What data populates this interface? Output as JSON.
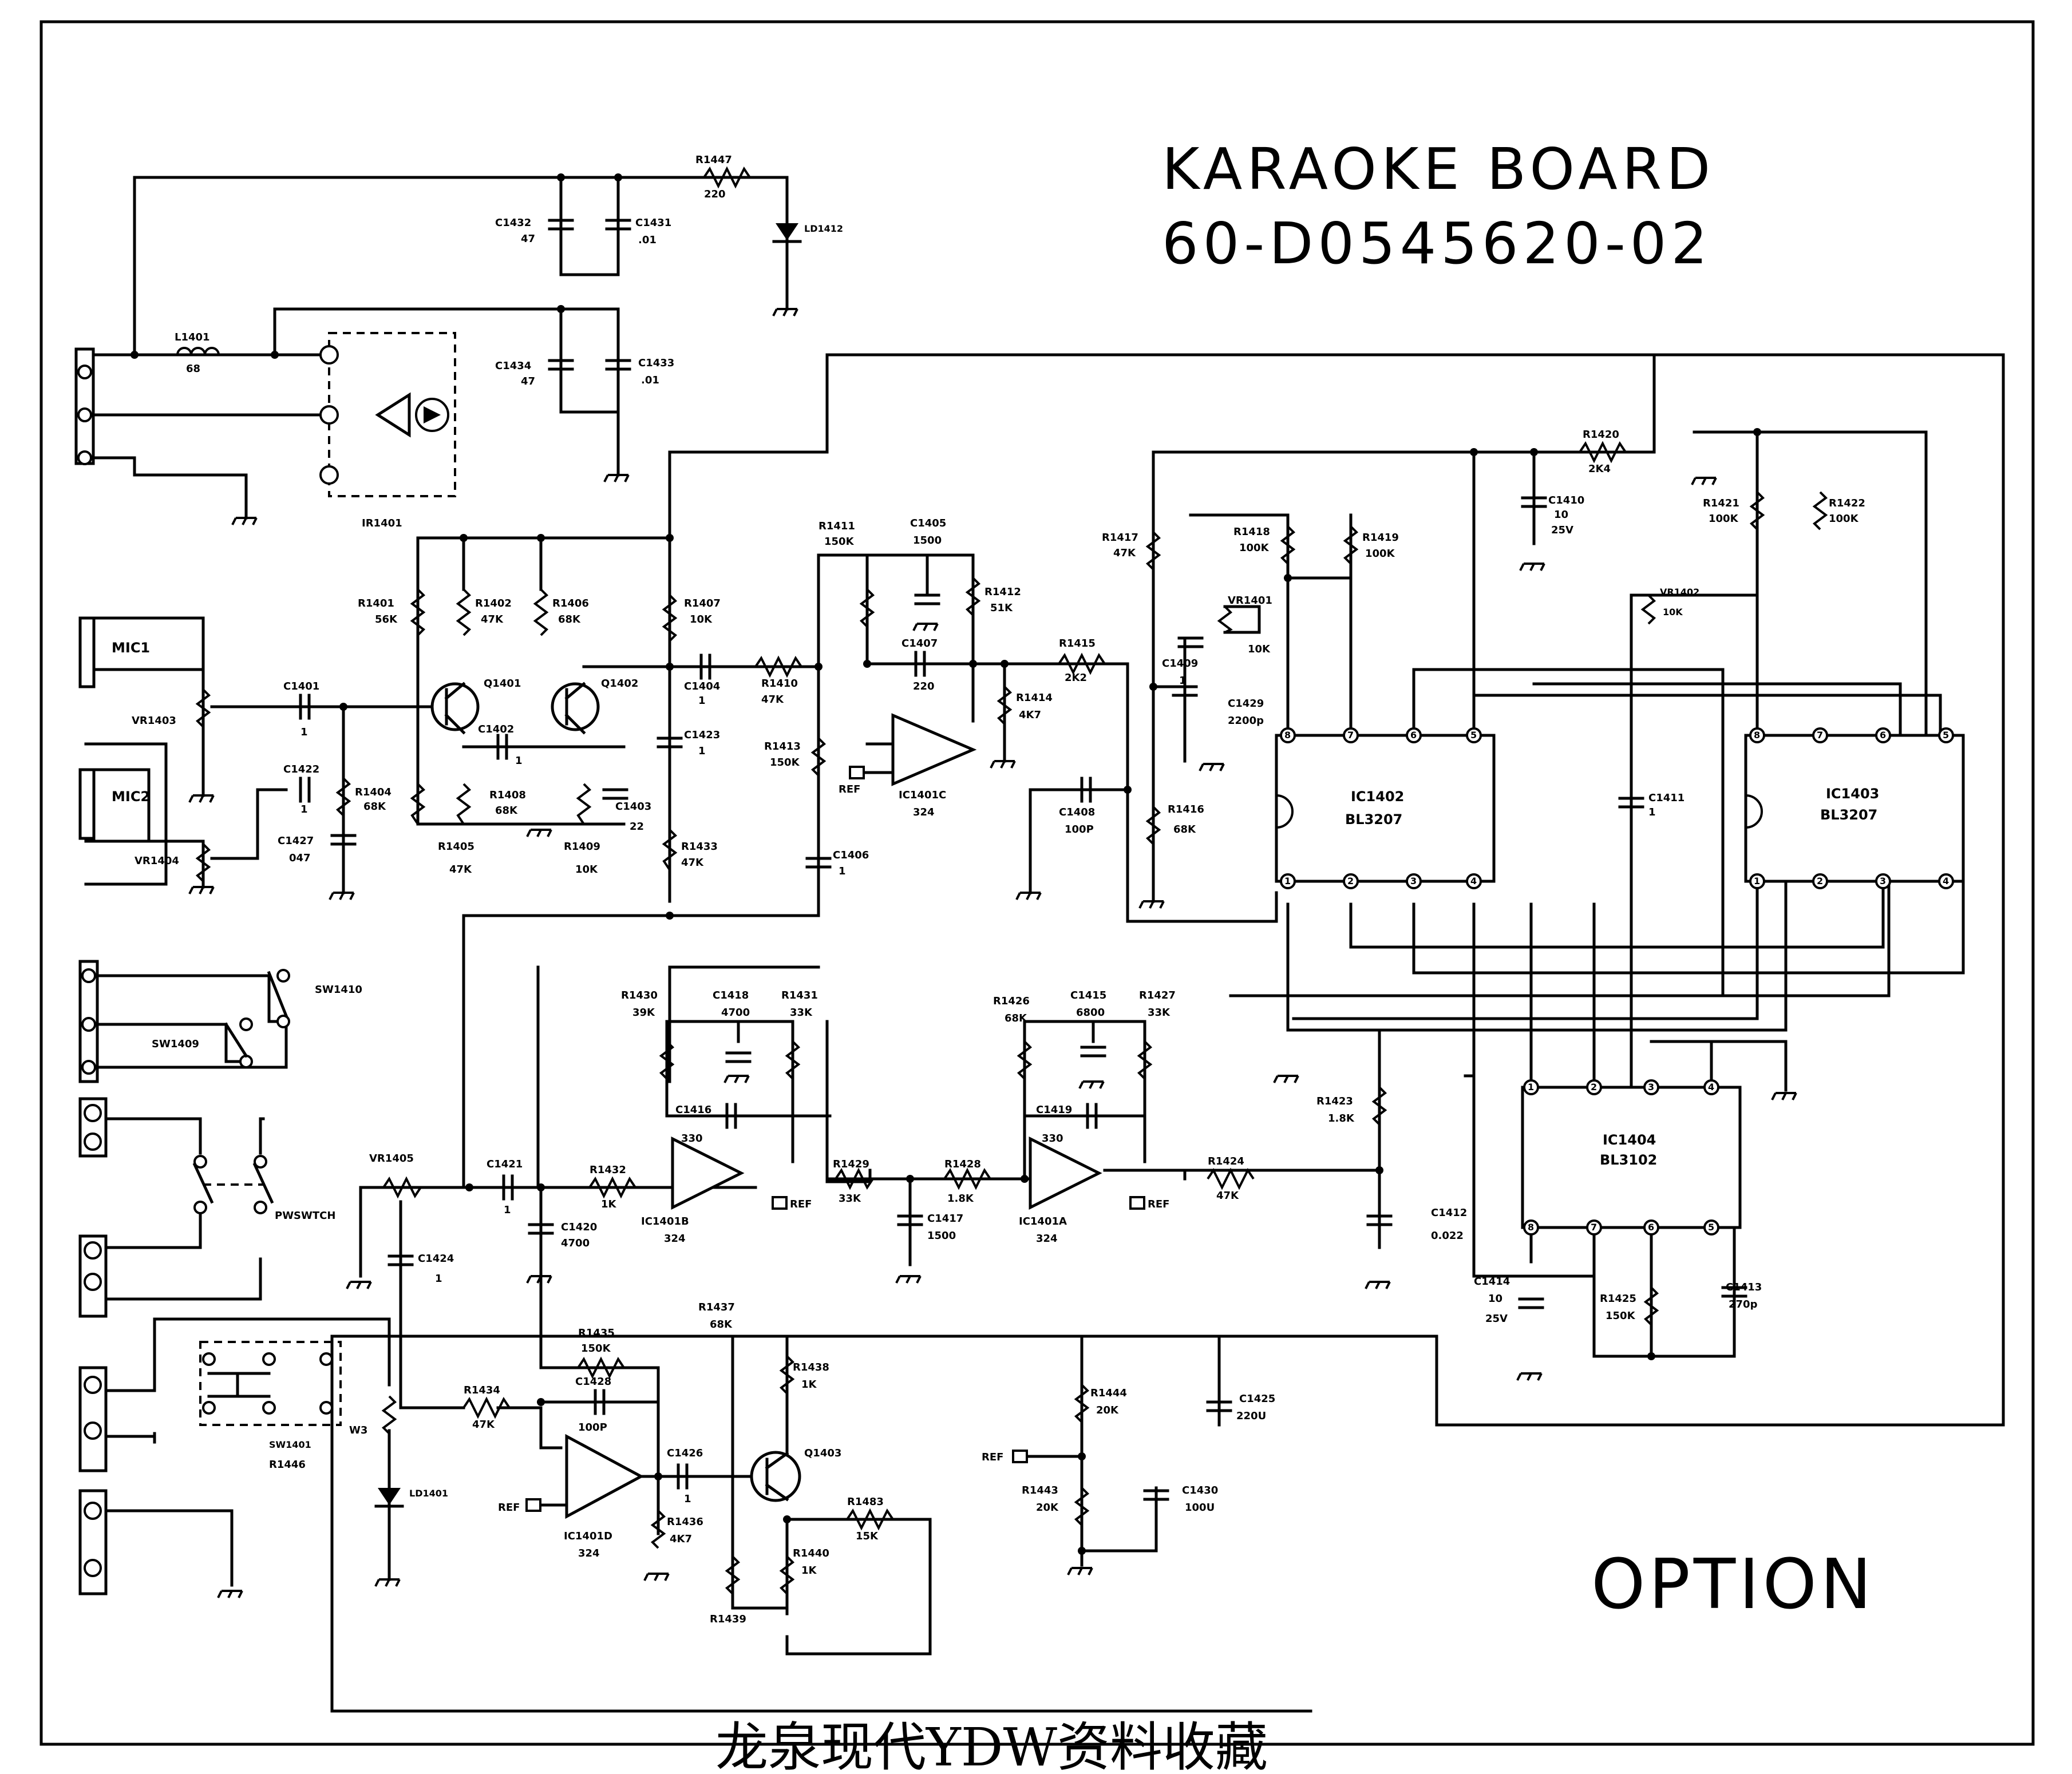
{
  "header": {
    "title": "KARAOKE BOARD",
    "part_number": "60-D0545620-02"
  },
  "footer": {
    "option": "OPTION",
    "watermark": "龙泉现代YDW资料收藏"
  },
  "connectors": {
    "mic1": "MIC1",
    "mic2": "MIC2",
    "ir": "IR1401"
  },
  "resistors": {
    "R1401": [
      "R1401",
      "56K"
    ],
    "R1402": [
      "R1402",
      "47K"
    ],
    "R1406": [
      "R1406",
      "68K"
    ],
    "R1407": [
      "R1407",
      "10K"
    ],
    "R1404": [
      "R1404",
      "68K"
    ],
    "R1405": [
      "R1405",
      "47K"
    ],
    "R1408": [
      "R1408",
      "68K"
    ],
    "R1409": [
      "R1409",
      "10K"
    ],
    "R1433": [
      "R1433",
      "47K"
    ],
    "R1410": [
      "R1410",
      "47K"
    ],
    "R1411": [
      "R1411",
      "150K"
    ],
    "R1412": [
      "R1412",
      "51K"
    ],
    "R1413": [
      "R1413",
      "150K"
    ],
    "R1414": [
      "R1414",
      "4K7"
    ],
    "R1415": [
      "R1415",
      "2K2"
    ],
    "R1416": [
      "R1416",
      "68K"
    ],
    "R1417": [
      "R1417",
      "47K"
    ],
    "R1418": [
      "R1418",
      "100K"
    ],
    "R1419": [
      "R1419",
      "100K"
    ],
    "R1420": [
      "R1420",
      "2K4"
    ],
    "R1421": [
      "R1421",
      "100K"
    ],
    "R1422": [
      "R1422",
      "100K"
    ],
    "R1423": [
      "R1423",
      "1.8K"
    ],
    "R1424": [
      "R1424",
      "47K"
    ],
    "R1425": [
      "R1425",
      "150K"
    ],
    "R1426": [
      "R1426",
      "68K"
    ],
    "R1427": [
      "R1427",
      "33K"
    ],
    "R1428": [
      "R1428",
      "1.8K"
    ],
    "R1429": [
      "R1429",
      "33K"
    ],
    "R1430": [
      "R1430",
      "39K"
    ],
    "R1431": [
      "R1431",
      "33K"
    ],
    "R1432": [
      "R1432",
      "1K"
    ],
    "R1434": [
      "R1434",
      "47K"
    ],
    "R1435": [
      "R1435",
      "150K"
    ],
    "R1436": [
      "R1436",
      "4K7"
    ],
    "R1437": [
      "R1437",
      "68K"
    ],
    "R1438": [
      "R1438",
      "1K"
    ],
    "R1439": [
      "R1439",
      ""
    ],
    "R1440": [
      "R1440",
      "1K"
    ],
    "R1443": [
      "R1443",
      "20K"
    ],
    "R1444": [
      "R1444",
      "20K"
    ],
    "R1447": [
      "R1447",
      "220"
    ],
    "R1483": [
      "R1483",
      "15K"
    ],
    "R1446": [
      "R1446",
      ""
    ]
  },
  "capacitors": {
    "C1401": [
      "C1401",
      "1"
    ],
    "C1402": [
      "C1402",
      "1"
    ],
    "C1403": [
      "C1403",
      "22"
    ],
    "C1404": [
      "C1404",
      "1"
    ],
    "C1405": [
      "C1405",
      "1500"
    ],
    "C1406": [
      "C1406",
      "1"
    ],
    "C1407": [
      "C1407",
      "220"
    ],
    "C1408": [
      "C1408",
      "100P"
    ],
    "C1409": [
      "C1409",
      "1"
    ],
    "C1410": [
      "C1410",
      "10",
      "25V"
    ],
    "C1411": [
      "C1411",
      "1"
    ],
    "C1412": [
      "C1412",
      "0.022"
    ],
    "C1413": [
      "C1413",
      "270p"
    ],
    "C1414": [
      "C1414",
      "10",
      "25V"
    ],
    "C1415": [
      "C1415",
      "6800"
    ],
    "C1416": [
      "C1416",
      "330"
    ],
    "C1417": [
      "C1417",
      "1500"
    ],
    "C1418": [
      "C1418",
      "4700"
    ],
    "C1419": [
      "C1419",
      "330"
    ],
    "C1420": [
      "C1420",
      "4700"
    ],
    "C1421": [
      "C1421",
      "1"
    ],
    "C1422": [
      "C1422",
      "1"
    ],
    "C1423": [
      "C1423",
      "1"
    ],
    "C1424": [
      "C1424",
      "1"
    ],
    "C1425": [
      "C1425",
      "220U"
    ],
    "C1426": [
      "C1426",
      "1"
    ],
    "C1427": [
      "C1427",
      "047"
    ],
    "C1428": [
      "C1428",
      "100P"
    ],
    "C1429": [
      "C1429",
      "2200p"
    ],
    "C1430": [
      "C1430",
      "100U"
    ],
    "C1431": [
      "C1431",
      ".01"
    ],
    "C1432": [
      "C1432",
      "47"
    ],
    "C1433": [
      "C1433",
      ".01"
    ],
    "C1434": [
      "C1434",
      "47"
    ]
  },
  "inductors": {
    "L1401": [
      "L1401",
      "68"
    ]
  },
  "transistors": {
    "Q1401": "Q1401",
    "Q1402": "Q1402",
    "Q1403": "Q1403"
  },
  "opamps": {
    "IC1401A": [
      "IC1401A",
      "324"
    ],
    "IC1401B": [
      "IC1401B",
      "324"
    ],
    "IC1401C": [
      "IC1401C",
      "324"
    ],
    "IC1401D": [
      "IC1401D",
      "324"
    ]
  },
  "ics": {
    "IC1402": [
      "IC1402",
      "BL3207"
    ],
    "IC1403": [
      "IC1403",
      "BL3207"
    ],
    "IC1404": [
      "IC1404",
      "BL3102"
    ]
  },
  "pots": {
    "VR1401": [
      "VR1401",
      "10K"
    ],
    "VR1402": [
      "VR1402",
      "10K"
    ],
    "VR1403": "VR1403",
    "VR1404": "VR1404",
    "VR1405": "VR1405"
  },
  "switches": {
    "SW1409": "SW1409",
    "SW1410": "SW1410",
    "PWSWTCH": "PWSWTCH",
    "SW1401": "SW1401"
  },
  "leds": {
    "LD1412": "LD1412",
    "LD1401": "LD1401"
  },
  "misc": {
    "ref": "REF",
    "w3": "W3"
  }
}
